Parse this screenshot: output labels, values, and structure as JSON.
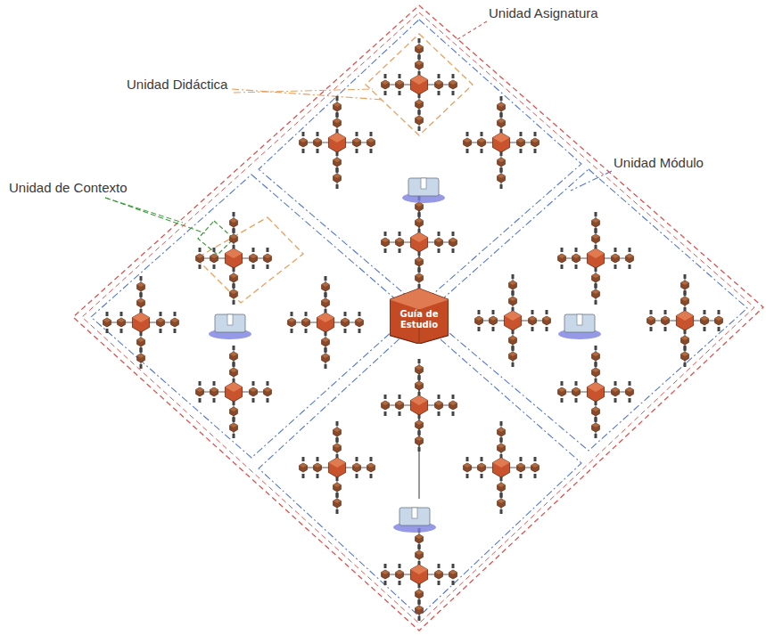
{
  "diagram": {
    "nodes": [
      {
        "text": [
          "Guía de Estudio"
        ]
      }
    ],
    "labels": [
      "Unidad Asignatura",
      "Unidad Didáctica",
      "Unidad Módulo",
      "Unidad de Contexto"
    ]
  }
}
